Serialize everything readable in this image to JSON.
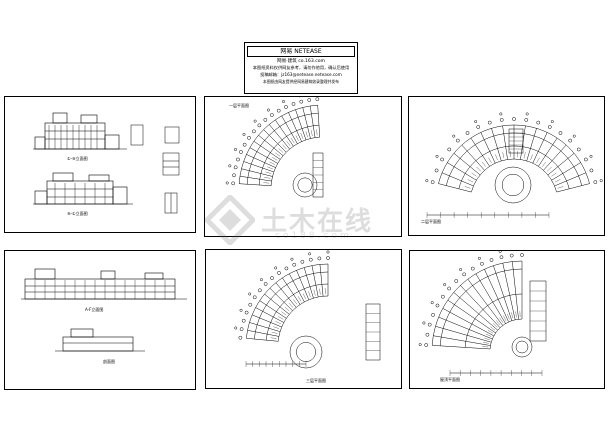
{
  "title_block": {
    "line1": "网易  NETEASE",
    "line2": "网易·建筑   co.163.com",
    "line3": "本图纸资料仅供网友参考，请勿作他用，确认后使用",
    "line4": "投稿邮箱：jz163@netease.netease.com",
    "line5": "本图纸由网友提供经网易建筑收录整理并发布"
  },
  "sheets": [
    {
      "id": "elevations-a",
      "kind": "elevation",
      "captions": [
        "①-⑨立面图",
        "⑨-①立面图"
      ]
    },
    {
      "id": "plan-1",
      "kind": "fan-plan",
      "captions": [
        "一层平面图"
      ]
    },
    {
      "id": "plan-2",
      "kind": "fan-plan",
      "captions": [
        "二层平面图"
      ]
    },
    {
      "id": "elevations-b",
      "kind": "elevation",
      "captions": [
        "A-F立面图",
        "剖面图"
      ]
    },
    {
      "id": "plan-3",
      "kind": "fan-plan",
      "captions": [
        "三层平面图"
      ]
    },
    {
      "id": "roof-plan",
      "kind": "fan-plan",
      "captions": [
        "屋顶平面图"
      ]
    }
  ],
  "watermark": {
    "text": "土木在线",
    "sub": "co188.com"
  }
}
